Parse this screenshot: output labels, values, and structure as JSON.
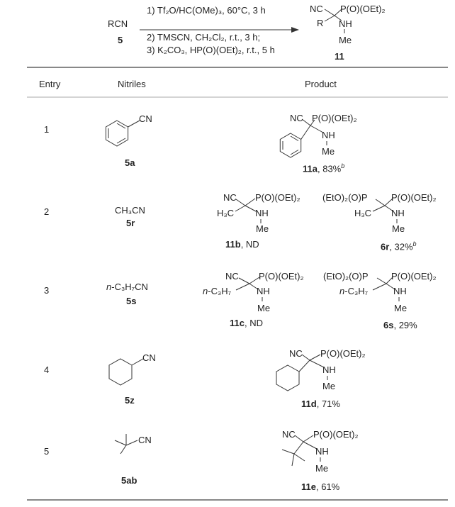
{
  "scheme": {
    "reactant": "RCN",
    "reactant_id": "5",
    "conditions": [
      "1) Tf₂O/HC(OMe)₃, 60°C, 3 h",
      "2) TMSCN, CH₂Cl₂, r.t., 3 h;",
      "3) K₂CO₃, HP(O)(OEt)₂, r.t., 5 h"
    ],
    "product": {
      "nc": "NC",
      "p": "P(O)(OEt)₂",
      "r": "R",
      "nh": "NH",
      "me": "Me",
      "id": "11"
    }
  },
  "headers": {
    "entry": "Entry",
    "nitriles": "Nitriles",
    "product": "Product"
  },
  "rows": [
    {
      "entry": "1",
      "nitrile_label": "CN",
      "nitrile_id": "5a",
      "products": [
        {
          "nc": "NC",
          "p": "P(O)(OEt)₂",
          "nh": "NH",
          "me": "Me",
          "id": "11a",
          "yield": ", 83%",
          "note": "b"
        }
      ]
    },
    {
      "entry": "2",
      "nitrile": "CH₃CN",
      "nitrile_id": "5r",
      "products": [
        {
          "nc": "NC",
          "p": "P(O)(OEt)₂",
          "r": "H₃C",
          "nh": "NH",
          "me": "Me",
          "id": "11b",
          "yield": ", ND"
        },
        {
          "nc": "(EtO)₂(O)P",
          "p": "P(O)(OEt)₂",
          "r": "H₃C",
          "nh": "NH",
          "me": "Me",
          "id": "6r",
          "yield": ", 32%",
          "note": "b"
        }
      ]
    },
    {
      "entry": "3",
      "nitrile_prefix": "n",
      "nitrile": "-C₃H₇CN",
      "nitrile_id": "5s",
      "products": [
        {
          "nc": "NC",
          "p": "P(O)(OEt)₂",
          "r_prefix": "n",
          "r": "-C₃H₇",
          "nh": "NH",
          "me": "Me",
          "id": "11c",
          "yield": ", ND"
        },
        {
          "nc": "(EtO)₂(O)P",
          "p": "P(O)(OEt)₂",
          "r_prefix": "n",
          "r": "-C₃H₇",
          "nh": "NH",
          "me": "Me",
          "id": "6s",
          "yield": ", 29%"
        }
      ]
    },
    {
      "entry": "4",
      "nitrile_label": "CN",
      "nitrile_id": "5z",
      "products": [
        {
          "nc": "NC",
          "p": "P(O)(OEt)₂",
          "nh": "NH",
          "me": "Me",
          "id": "11d",
          "yield": ", 71%"
        }
      ]
    },
    {
      "entry": "5",
      "nitrile_label": "CN",
      "nitrile_id": "5ab",
      "products": [
        {
          "nc": "NC",
          "p": "P(O)(OEt)₂",
          "nh": "NH",
          "me": "Me",
          "id": "11e",
          "yield": ", 61%"
        }
      ]
    }
  ]
}
